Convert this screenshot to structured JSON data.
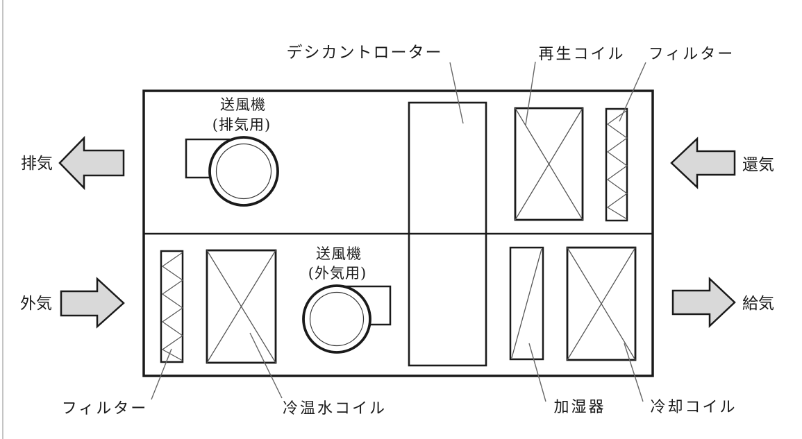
{
  "diagram": {
    "flow_labels": {
      "exhaust": "排気",
      "outside": "外気",
      "return": "還気",
      "supply": "給気"
    },
    "components": {
      "fan_exhaust_line1": "送風機",
      "fan_exhaust_line2": "(排気用)",
      "fan_outside_line1": "送風機",
      "fan_outside_line2": "(外気用)",
      "desiccant_rotor": "デシカントローター",
      "regeneration_coil": "再生コイル",
      "filter_upper": "フィルター",
      "filter_lower": "フィルター",
      "chilled_hot_water_coil": "冷温水コイル",
      "humidifier": "加湿器",
      "cooling_coil": "冷却コイル"
    },
    "colors": {
      "arrow_fill": "#d9d9d9",
      "line": "#1a1a1a",
      "leader": "#666666"
    }
  }
}
